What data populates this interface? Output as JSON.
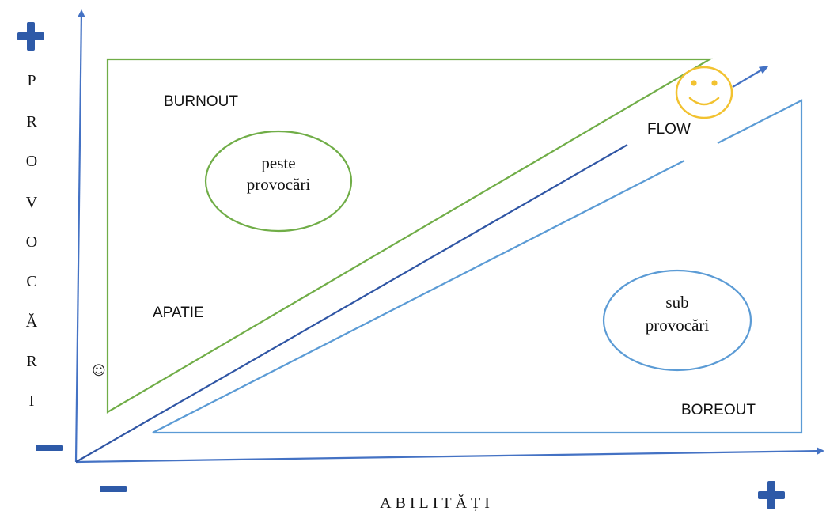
{
  "colors": {
    "axis": "#4472c4",
    "green": "#70ad47",
    "light_blue": "#5b9bd5",
    "dark_blue": "#2f55a4",
    "smiley": "#f2c230"
  },
  "icons": {
    "plus": "plus-icon",
    "minus": "minus-icon",
    "smiley": "smiley-face-icon",
    "small_smiley": "small-smiley-icon"
  },
  "y_axis": {
    "letters": [
      "P",
      "R",
      "O",
      "V",
      "O",
      "C",
      "Ă",
      "R",
      "I"
    ]
  },
  "x_axis": {
    "title": "ABILITĂȚI"
  },
  "zones": {
    "burnout": "BURNOUT",
    "apatie": "APATIE",
    "flow": "FLOW",
    "boreout": "BOREOUT",
    "small_smiley_glyph": "☺"
  },
  "ellipses": {
    "over": {
      "line1": "peste",
      "line2": "provocări"
    },
    "under": {
      "line1": "sub",
      "line2": "provocări"
    }
  }
}
